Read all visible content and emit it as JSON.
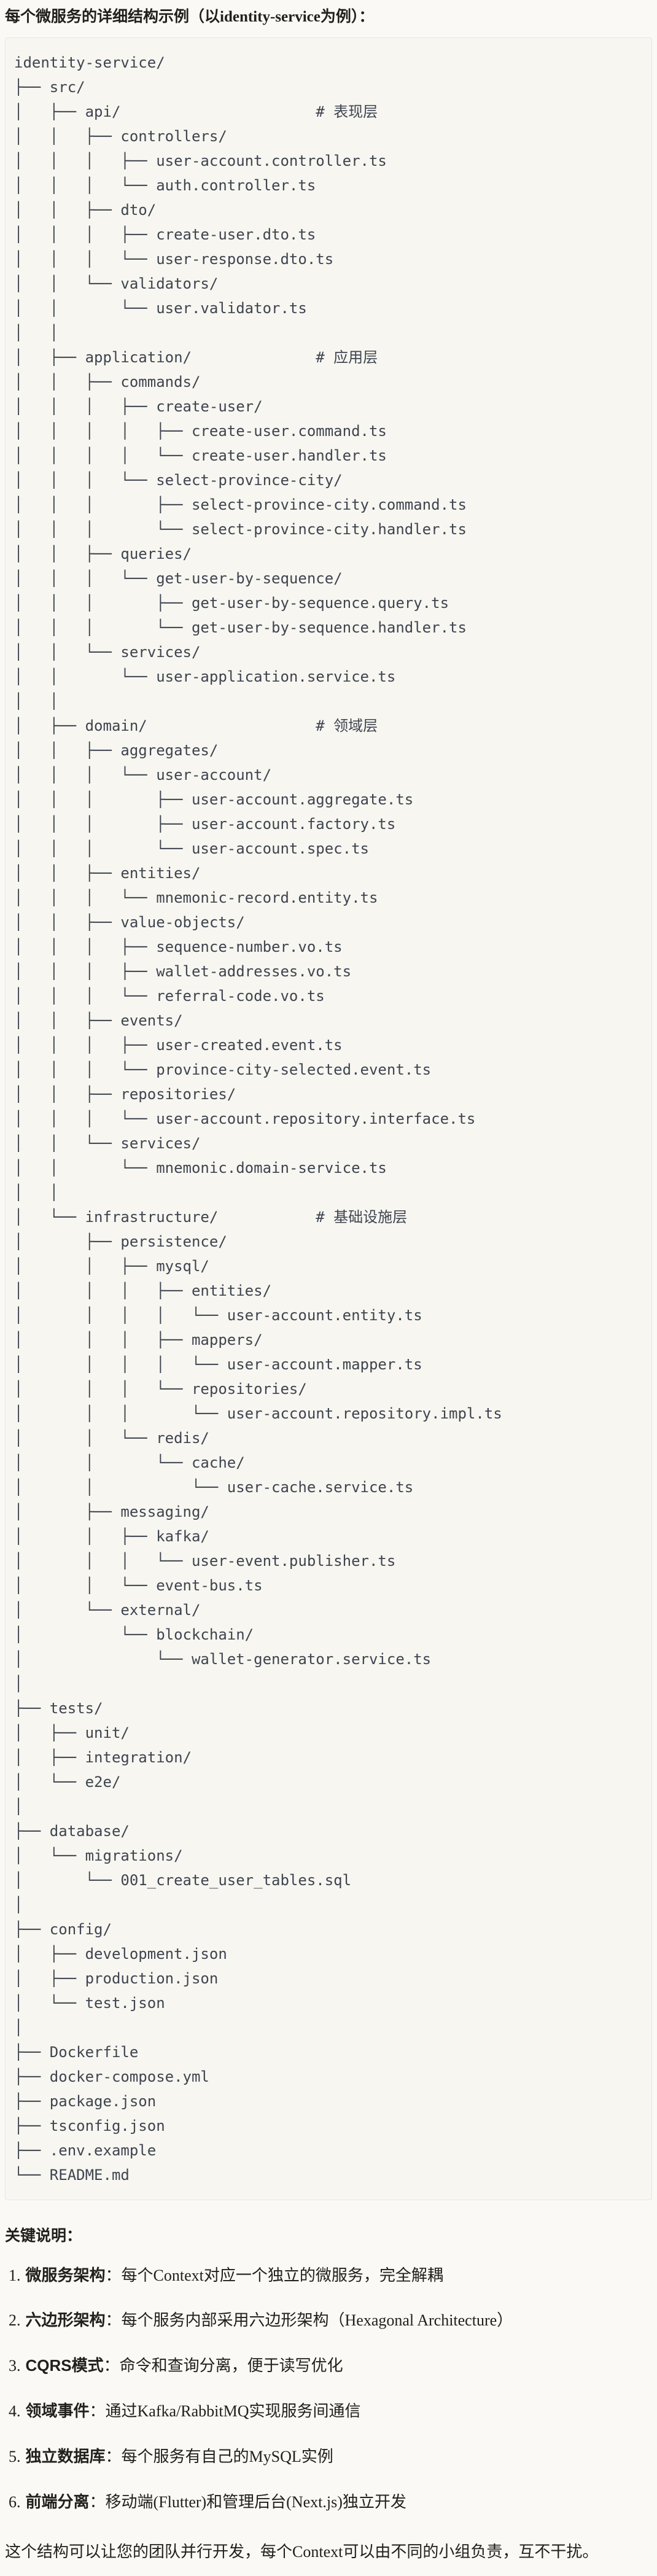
{
  "page": {
    "title": "每个微服务的详细结构示例（以identity-service为例）："
  },
  "code_block": {
    "language": "plaintext-directory-tree",
    "tree_lines": [
      "identity-service/",
      "├── src/",
      "│   ├── api/                      # 表现层",
      "│   │   ├── controllers/",
      "│   │   │   ├── user-account.controller.ts",
      "│   │   │   └── auth.controller.ts",
      "│   │   ├── dto/",
      "│   │   │   ├── create-user.dto.ts",
      "│   │   │   └── user-response.dto.ts",
      "│   │   └── validators/",
      "│   │       └── user.validator.ts",
      "│   │",
      "│   ├── application/              # 应用层",
      "│   │   ├── commands/",
      "│   │   │   ├── create-user/",
      "│   │   │   │   ├── create-user.command.ts",
      "│   │   │   │   └── create-user.handler.ts",
      "│   │   │   └── select-province-city/",
      "│   │   │       ├── select-province-city.command.ts",
      "│   │   │       └── select-province-city.handler.ts",
      "│   │   ├── queries/",
      "│   │   │   └── get-user-by-sequence/",
      "│   │   │       ├── get-user-by-sequence.query.ts",
      "│   │   │       └── get-user-by-sequence.handler.ts",
      "│   │   └── services/",
      "│   │       └── user-application.service.ts",
      "│   │",
      "│   ├── domain/                   # 领域层",
      "│   │   ├── aggregates/",
      "│   │   │   └── user-account/",
      "│   │   │       ├── user-account.aggregate.ts",
      "│   │   │       ├── user-account.factory.ts",
      "│   │   │       └── user-account.spec.ts",
      "│   │   ├── entities/",
      "│   │   │   └── mnemonic-record.entity.ts",
      "│   │   ├── value-objects/",
      "│   │   │   ├── sequence-number.vo.ts",
      "│   │   │   ├── wallet-addresses.vo.ts",
      "│   │   │   └── referral-code.vo.ts",
      "│   │   ├── events/",
      "│   │   │   ├── user-created.event.ts",
      "│   │   │   └── province-city-selected.event.ts",
      "│   │   ├── repositories/",
      "│   │   │   └── user-account.repository.interface.ts",
      "│   │   └── services/",
      "│   │       └── mnemonic.domain-service.ts",
      "│   │",
      "│   └── infrastructure/           # 基础设施层",
      "│       ├── persistence/",
      "│       │   ├── mysql/",
      "│       │   │   ├── entities/",
      "│       │   │   │   └── user-account.entity.ts",
      "│       │   │   ├── mappers/",
      "│       │   │   │   └── user-account.mapper.ts",
      "│       │   │   └── repositories/",
      "│       │   │       └── user-account.repository.impl.ts",
      "│       │   └── redis/",
      "│       │       └── cache/",
      "│       │           └── user-cache.service.ts",
      "│       ├── messaging/",
      "│       │   ├── kafka/",
      "│       │   │   └── user-event.publisher.ts",
      "│       │   └── event-bus.ts",
      "│       └── external/",
      "│           └── blockchain/",
      "│               └── wallet-generator.service.ts",
      "│",
      "├── tests/",
      "│   ├── unit/",
      "│   ├── integration/",
      "│   └── e2e/",
      "│",
      "├── database/",
      "│   └── migrations/",
      "│       └── 001_create_user_tables.sql",
      "│",
      "├── config/",
      "│   ├── development.json",
      "│   ├── production.json",
      "│   └── test.json",
      "│",
      "├── Dockerfile",
      "├── docker-compose.yml",
      "├── package.json",
      "├── tsconfig.json",
      "├── .env.example",
      "└── README.md"
    ]
  },
  "notes": {
    "heading": "关键说明：",
    "colon": "：",
    "items": [
      {
        "num": "1.",
        "term": "微服务架构",
        "desc": "每个Context对应一个独立的微服务，完全解耦"
      },
      {
        "num": "2.",
        "term": "六边形架构",
        "desc": "每个服务内部采用六边形架构（Hexagonal Architecture）"
      },
      {
        "num": "3.",
        "term": "CQRS模式",
        "desc": "命令和查询分离，便于读写优化"
      },
      {
        "num": "4.",
        "term": "领域事件",
        "desc": "通过Kafka/RabbitMQ实现服务间通信"
      },
      {
        "num": "5.",
        "term": "独立数据库",
        "desc": "每个服务有自己的MySQL实例"
      },
      {
        "num": "6.",
        "term": "前端分离",
        "desc": "移动端(Flutter)和管理后台(Next.js)独立开发"
      }
    ],
    "footer": "这个结构可以让您的团队并行开发，每个Context可以由不同的小组负责，互不干扰。"
  },
  "colors": {
    "page_bg": "#FAF9F5",
    "code_bg": "#F7F6F0",
    "code_border": "#E9E7DE",
    "code_text": "#3E4450",
    "body_text": "#21201C"
  }
}
